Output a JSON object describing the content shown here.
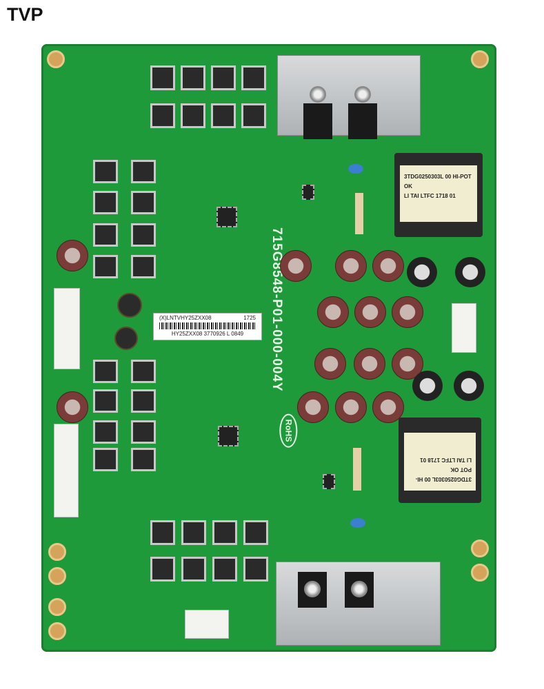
{
  "title": "TVP",
  "board_marking": "715G8548-P01-000-004Y",
  "rohs": "RoHS",
  "sticker": {
    "line1": "(X)LNTVHY25ZXX08",
    "date": "1725",
    "line2": "HY25ZXX08 3770926 L 0849"
  },
  "transformer_label": {
    "line1": "3TDG0250303L 00 HI-POT OK",
    "line2": "LI TAI LTFC   1718 01"
  },
  "colors": {
    "board": "#1f9a3a",
    "capacitor": "#7a3c38",
    "heatsink": "#c0c3c6"
  }
}
